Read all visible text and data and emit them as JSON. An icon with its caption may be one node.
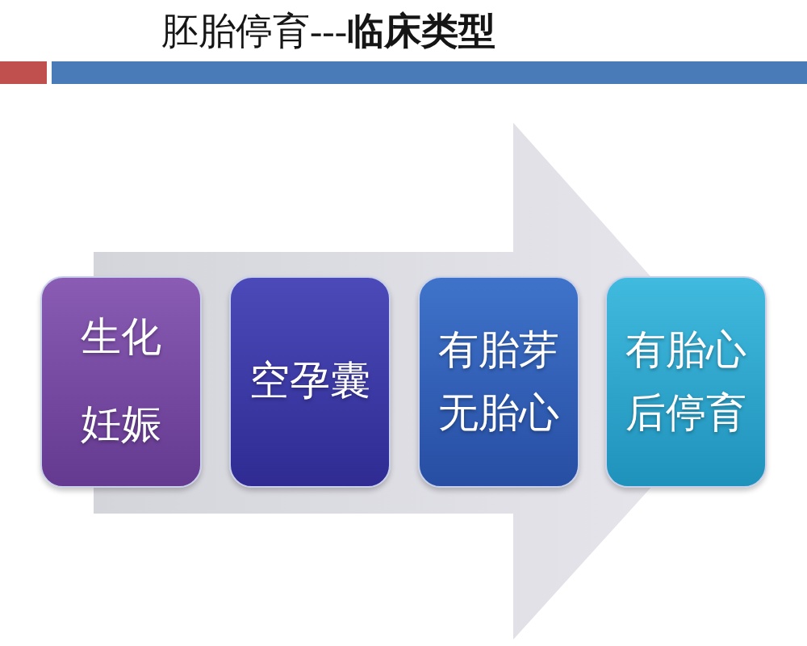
{
  "diagram": {
    "title": "胚胎停育---**临床类型**",
    "nodes": [
      {
        "text": [],
        "shape": "arrow"
      },
      {
        "text": [
          "生化妊娠"
        ]
      },
      {
        "text": [
          "空孕囊"
        ],
        "in": 0
      },
      {
        "text": [
          "有胎芽无胎心"
        ],
        "in": 0
      },
      {
        "text": [
          "有胎心后停育"
        ],
        "in": 0
      }
    ]
  }
}
